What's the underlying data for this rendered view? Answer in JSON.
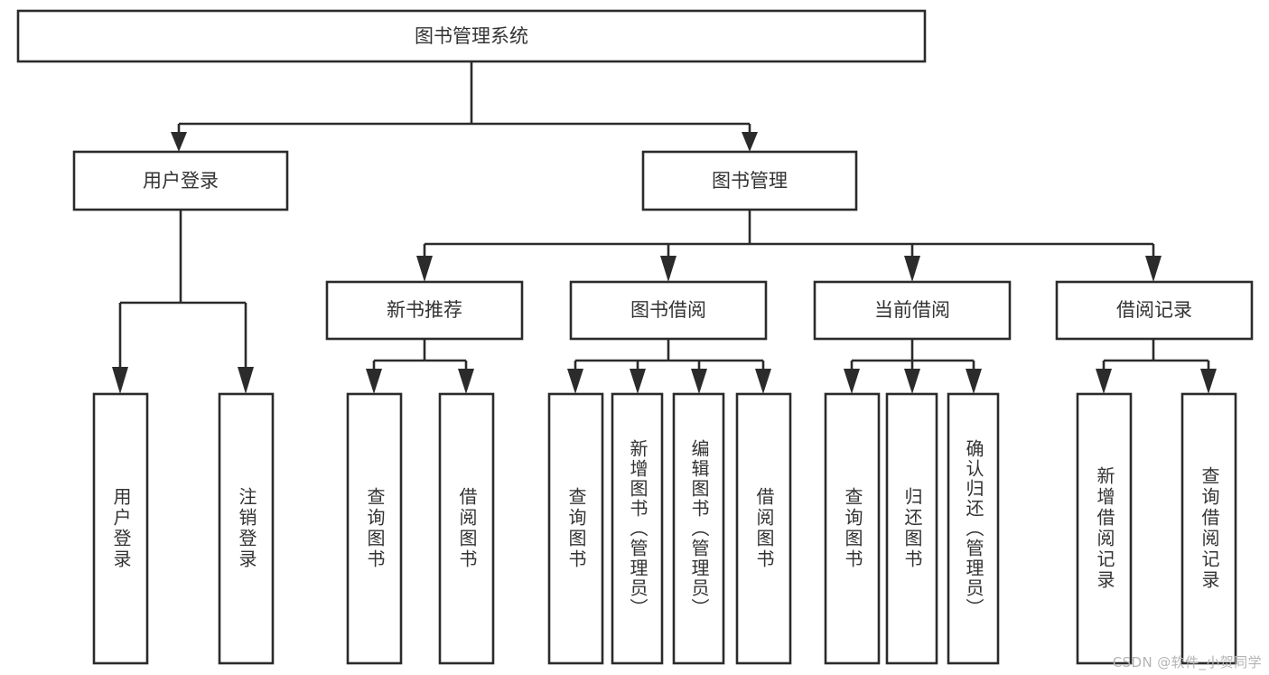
{
  "diagram": {
    "title": "图书管理系统",
    "type": "tree-hierarchy",
    "watermark": "CSDN @软件_小贺同学",
    "colors": {
      "stroke": "#2b2b2b",
      "fill": "#ffffff",
      "text": "#333333",
      "watermark": "#b4b4b4"
    },
    "levels": {
      "root": {
        "label": "图书管理系统"
      },
      "level2": [
        {
          "label": "用户登录"
        },
        {
          "label": "图书管理"
        }
      ],
      "level3": [
        {
          "label": "新书推荐"
        },
        {
          "label": "图书借阅"
        },
        {
          "label": "当前借阅"
        },
        {
          "label": "借阅记录"
        }
      ]
    },
    "groups": [
      {
        "parent": "用户登录",
        "leaves": [
          {
            "label": "用户登录"
          },
          {
            "label": "注销登录"
          }
        ]
      },
      {
        "parent": "新书推荐",
        "leaves": [
          {
            "label": "查询图书"
          },
          {
            "label": "借阅图书"
          }
        ]
      },
      {
        "parent": "图书借阅",
        "leaves": [
          {
            "label": "查询图书"
          },
          {
            "label": "新增图书（管理员）"
          },
          {
            "label": "编辑图书（管理员）"
          },
          {
            "label": "借阅图书"
          }
        ]
      },
      {
        "parent": "当前借阅",
        "leaves": [
          {
            "label": "查询图书"
          },
          {
            "label": "归还图书"
          },
          {
            "label": "确认归还（管理员）"
          }
        ]
      },
      {
        "parent": "借阅记录",
        "leaves": [
          {
            "label": "新增借阅记录"
          },
          {
            "label": "查询借阅记录"
          }
        ]
      }
    ]
  }
}
